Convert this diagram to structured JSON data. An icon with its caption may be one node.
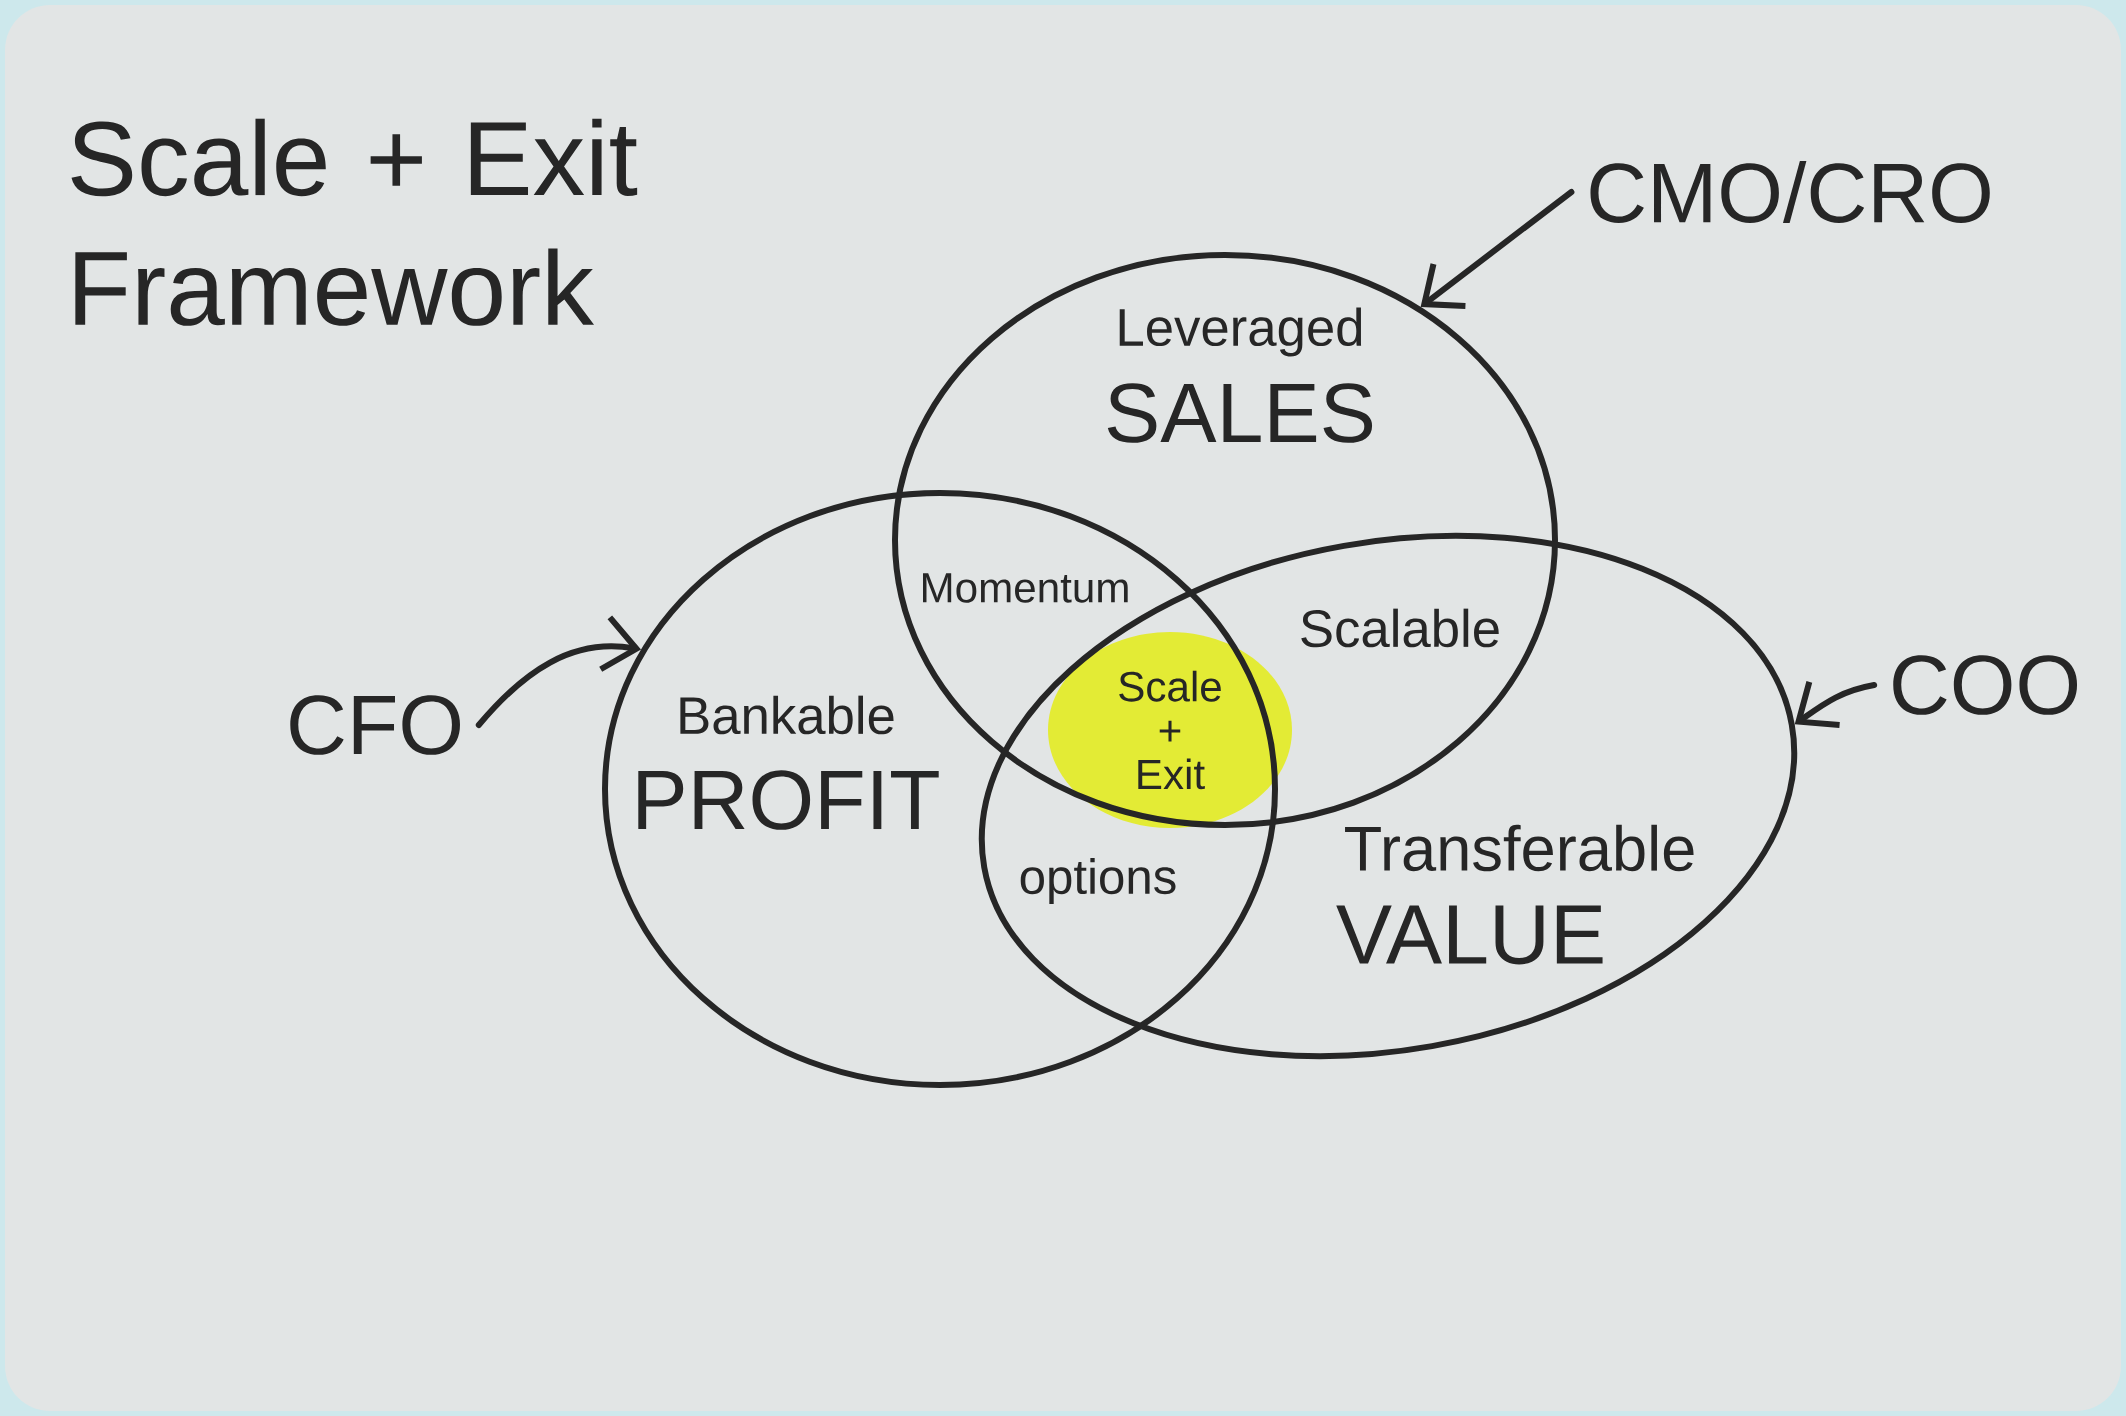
{
  "diagram": {
    "title": "Scale + Exit Framework",
    "nodes": [
      {
        "text": [
          "CMO/CRO"
        ]
      },
      {
        "text": [
          "Leveraged",
          "SALES"
        ]
      },
      {
        "text": [
          "CFO"
        ]
      },
      {
        "text": [
          "Bankable",
          "PROFIT"
        ]
      },
      {
        "text": [
          "Scale + Exit"
        ]
      },
      {
        "text": [
          "COO"
        ]
      },
      {
        "text": [
          "Transferable",
          "VALUE"
        ]
      }
    ],
    "edges": [
      {
        "from": 0,
        "to": 1,
        "arrow": "to"
      },
      {
        "from": 2,
        "to": 3,
        "arrow": "to"
      },
      {
        "from": 5,
        "to": 6,
        "arrow": "to"
      }
    ],
    "labels": [
      "Momentum",
      "Scalable",
      "options"
    ]
  }
}
